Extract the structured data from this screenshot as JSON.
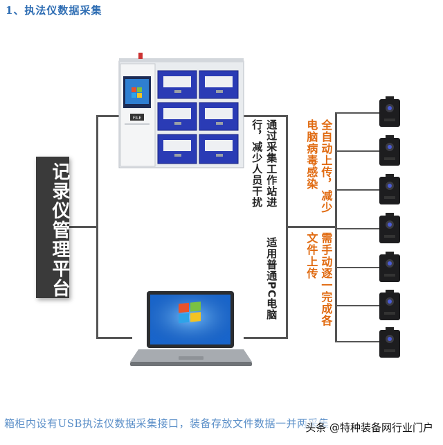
{
  "heading": "1、执法仪数据采集",
  "platform_label": "记录仪管理平台",
  "notes": {
    "station_line1": "通过采集工作站进",
    "station_line2": "行，减少人员干扰",
    "pc_line": "适用普通PC电脑",
    "auto_line1": "全自动上传，减少",
    "auto_line2": "电脑病毒感染",
    "manual_line1": "需手动逐一完成各",
    "manual_line2": "文件上传"
  },
  "caption": "箱柜内设有USB执法仪数据采集接口，装备存放文件数据一并两采集",
  "watermark": "头条 @特种装备网行业门户",
  "cabinet_screen_label": "FILE",
  "colors": {
    "heading": "#2e6db3",
    "orange_text": "#e06a10",
    "cabinet_door": "#2a3bb5",
    "platform_bg": "#3a3a3a",
    "caption": "#5b8fc8"
  }
}
